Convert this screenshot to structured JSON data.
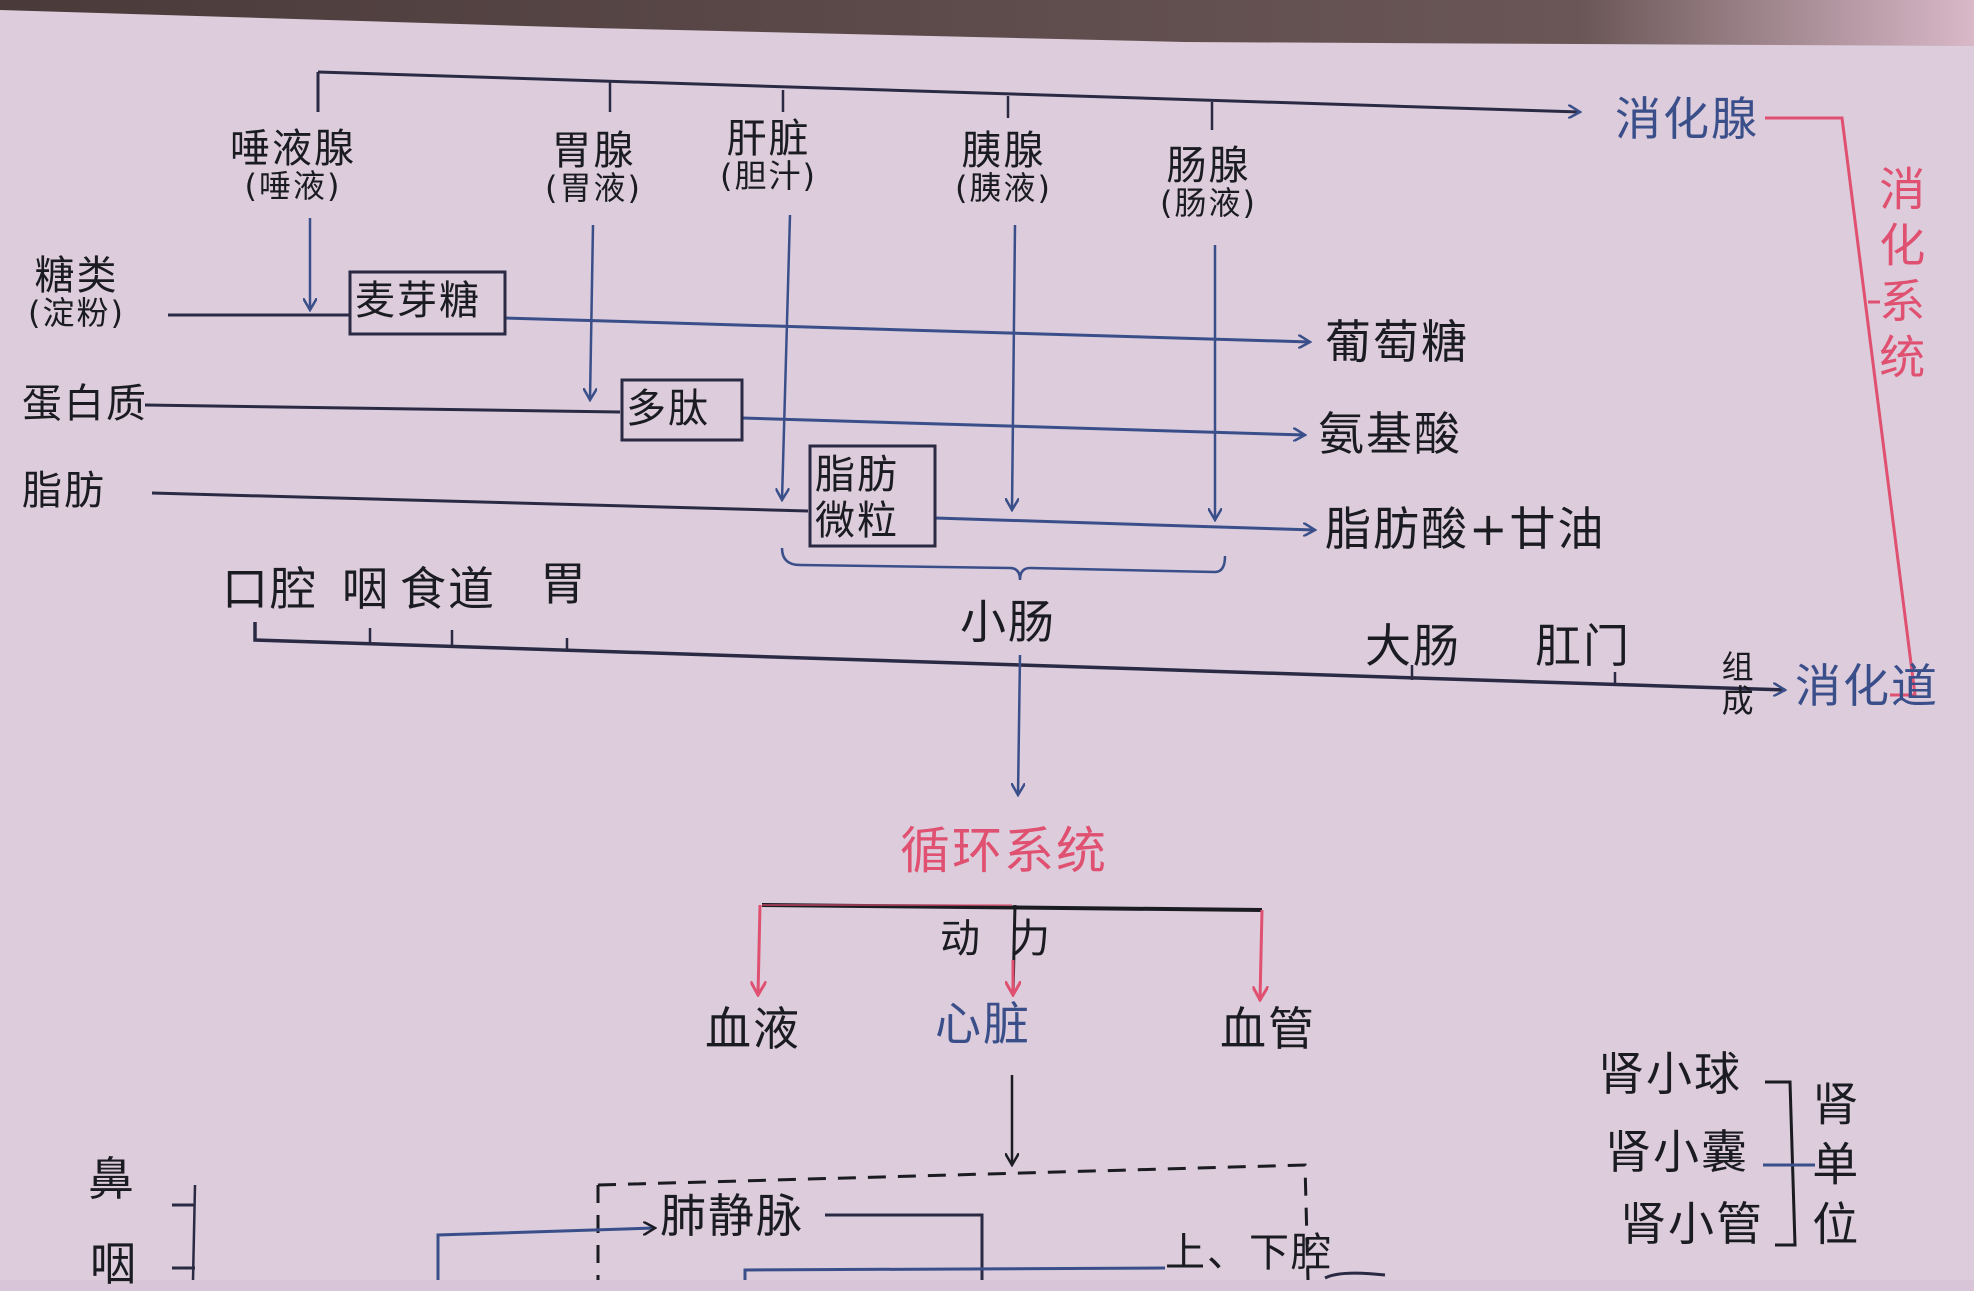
{
  "digestive_system": {
    "title": "消化系统",
    "digestive_glands_label": "消化腺",
    "digestive_tract_label": "消化道",
    "compose_label": "组成",
    "glands": [
      {
        "name": "唾液腺",
        "secretion": "(唾液)"
      },
      {
        "name": "胃腺",
        "secretion": "(胃液)"
      },
      {
        "name": "肝脏",
        "secretion": "(胆汁)"
      },
      {
        "name": "胰腺",
        "secretion": "(胰液)"
      },
      {
        "name": "肠腺",
        "secretion": "(肠液)"
      }
    ],
    "nutrients": [
      {
        "input": "糖类",
        "input_note": "(淀粉)",
        "intermediate": "麦芽糖",
        "product": "葡萄糖"
      },
      {
        "input": "蛋白质",
        "intermediate": "多肽",
        "product": "氨基酸"
      },
      {
        "input": "脂肪",
        "intermediate": "脂肪微粒",
        "product": "脂肪酸+甘油"
      }
    ],
    "tract_organs": [
      "口腔",
      "咽",
      "食道",
      "胃",
      "小肠",
      "大肠",
      "肛门"
    ]
  },
  "circulatory_system": {
    "title": "循环系统",
    "power_label": "动力",
    "components": [
      "血液",
      "心脏",
      "血管"
    ],
    "vessels": [
      "肺静脉",
      "上、下腔"
    ]
  },
  "respiratory_partial": [
    "鼻",
    "咽"
  ],
  "kidney": {
    "parts": [
      "肾小球",
      "肾小囊",
      "肾小管"
    ],
    "unit_label": "肾单位"
  },
  "colors": {
    "paper": "#dcccdc",
    "ink_black": "#1b1b22",
    "ink_blue": "#3a4f8a",
    "ink_red": "#e05070"
  }
}
